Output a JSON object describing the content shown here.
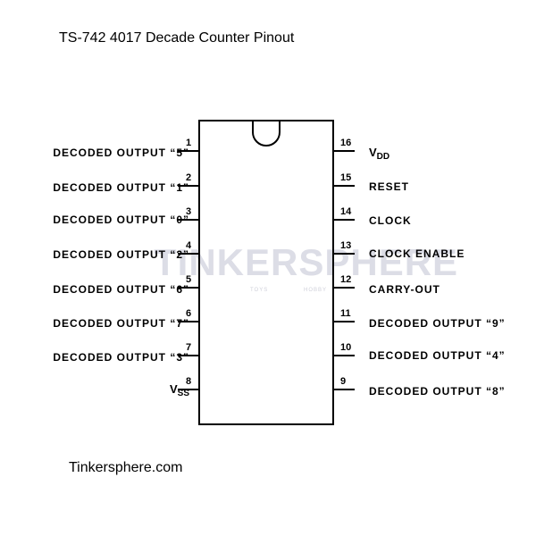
{
  "title": "TS-742 4017 Decade Counter Pinout",
  "footer": "Tinkersphere.com",
  "watermark": {
    "brand": "TINKERSPHERE",
    "tag1": "TOYS",
    "tag2": "HOBBY"
  },
  "pins": {
    "p1": {
      "num": "1",
      "label": "DECODED OUTPUT “5”"
    },
    "p2": {
      "num": "2",
      "label": "DECODED OUTPUT “1”"
    },
    "p3": {
      "num": "3",
      "label": "DECODED OUTPUT “0”"
    },
    "p4": {
      "num": "4",
      "label": "DECODED OUTPUT “2”"
    },
    "p5": {
      "num": "5",
      "label": "DECODED OUTPUT “6”"
    },
    "p6": {
      "num": "6",
      "label": "DECODED OUTPUT “7”"
    },
    "p7": {
      "num": "7",
      "label": "DECODED OUTPUT “3”"
    },
    "p8": {
      "num": "8",
      "label_main": "V",
      "label_sub": "SS"
    },
    "p9": {
      "num": "9",
      "label": "DECODED OUTPUT “8”"
    },
    "p10": {
      "num": "10",
      "label": "DECODED OUTPUT “4”"
    },
    "p11": {
      "num": "11",
      "label": "DECODED OUTPUT “9”"
    },
    "p12": {
      "num": "12",
      "label": "CARRY-OUT"
    },
    "p13": {
      "num": "13",
      "label": "CLOCK ENABLE"
    },
    "p14": {
      "num": "14",
      "label": "CLOCK"
    },
    "p15": {
      "num": "15",
      "label": "RESET"
    },
    "p16": {
      "num": "16",
      "label_main": "V",
      "label_sub": "DD"
    }
  }
}
